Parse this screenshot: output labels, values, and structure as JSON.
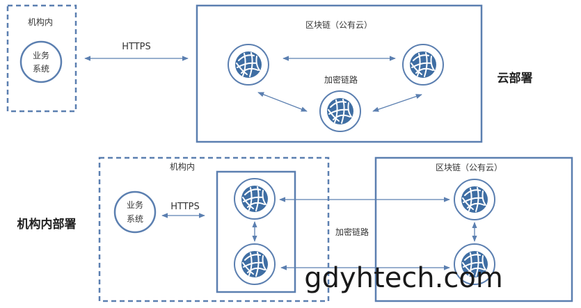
{
  "colors": {
    "primary": "#5b7fb0",
    "node_fill": "#3f6ea3",
    "text": "#333333",
    "background": "#ffffff"
  },
  "cloud": {
    "org_label": "机构内",
    "business_line1": "业务",
    "business_line2": "系统",
    "https_label": "HTTPS",
    "chain_label": "区块链（公有云）",
    "encrypted_label": "加密链路",
    "deploy_label": "云部署"
  },
  "onprem": {
    "org_label": "机构内",
    "business_line1": "业务",
    "business_line2": "系统",
    "https_label": "HTTPS",
    "chain_label": "区块链（公有云）",
    "encrypted_label": "加密链路",
    "deploy_label": "机构内部署"
  },
  "watermark": "gdyhtech.com"
}
